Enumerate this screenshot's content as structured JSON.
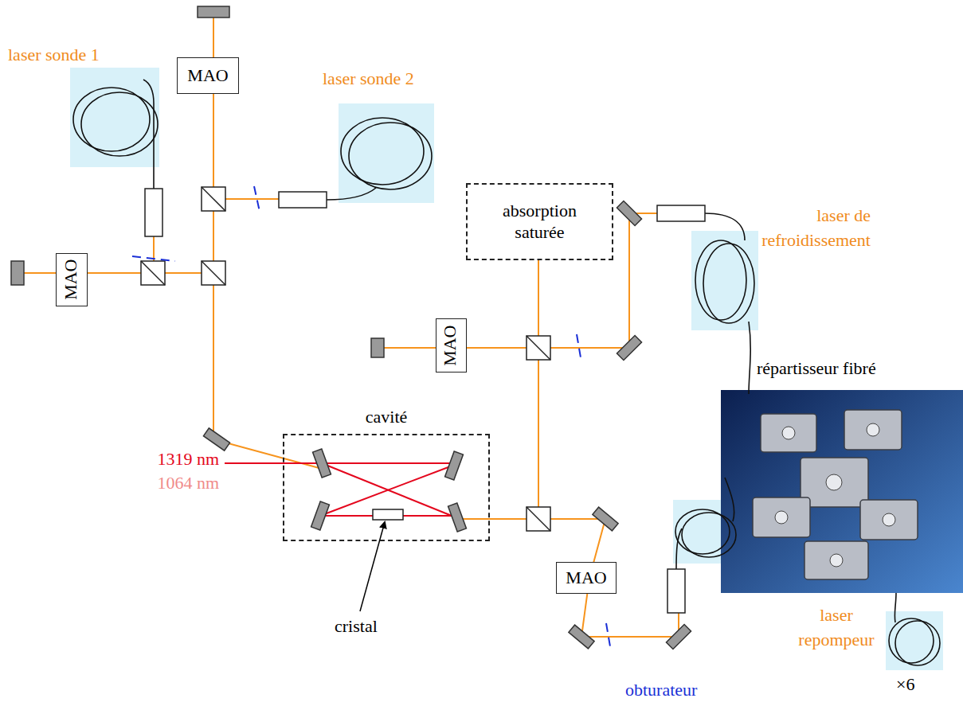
{
  "diagram": {
    "nodes": [
      {
        "text": [
          "MAO"
        ]
      },
      {
        "text": [
          "absorption saturée"
        ]
      },
      {
        "text": [
          "MAO"
        ]
      },
      {
        "text": [
          "MAO"
        ]
      },
      {
        "text": [
          "cavité"
        ]
      },
      {
        "text": [
          "MAO"
        ]
      }
    ],
    "labels": [
      "laser sonde 1",
      "laser sonde 2",
      "laser de refroidissement",
      "répartisseur fibré",
      "1319 nm",
      "1064 nm",
      "cristal",
      "laser repompeur",
      "obturateur",
      "×6"
    ]
  }
}
